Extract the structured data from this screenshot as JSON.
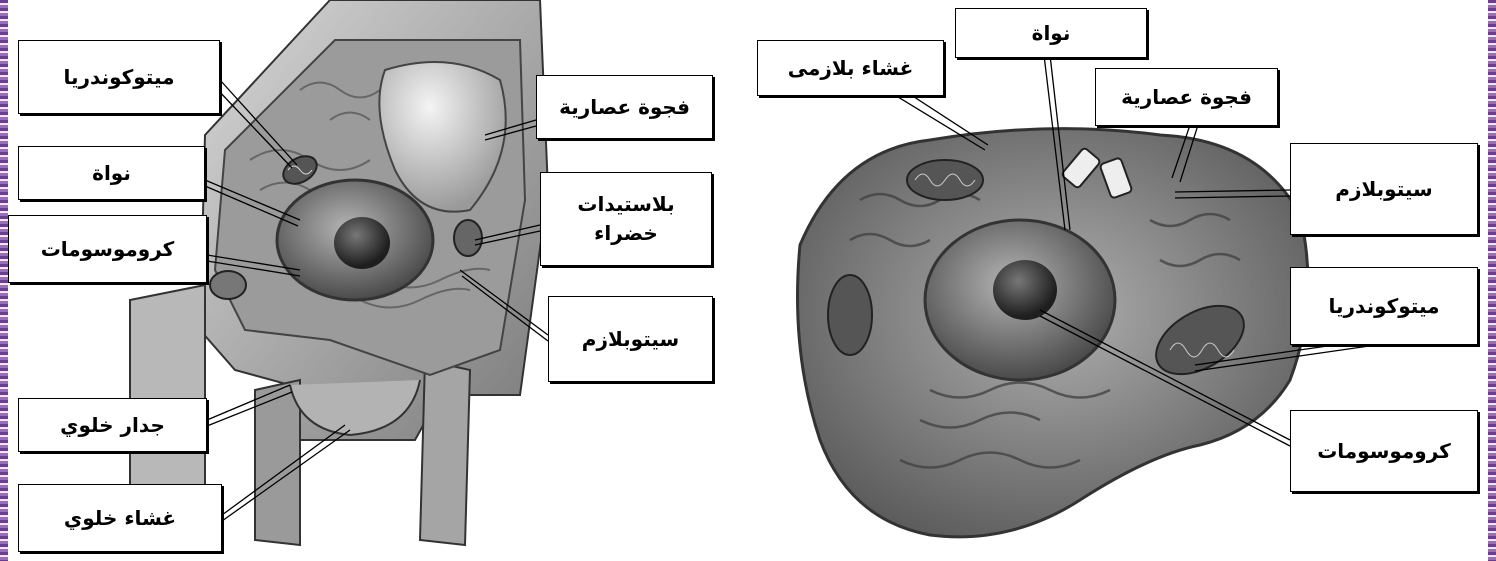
{
  "plant_cell": {
    "labels": {
      "mitochondria": "ميتوكوندريا",
      "nucleus": "نواة",
      "chromosomes": "كروموسومات",
      "cell_wall": "جدار خلوي",
      "cell_membrane": "غشاء خلوي",
      "vacuole": "فجوة عصارية",
      "chloroplasts_line1": "بلاستيدات",
      "chloroplasts_line2": "خضراء",
      "cytoplasm": "سيتوبلازم"
    }
  },
  "animal_cell": {
    "labels": {
      "nucleus": "نواة",
      "plasma_membrane": "غشاء بلازمى",
      "vacuole": "فجوة عصارية",
      "cytoplasm": "سيتوبلازم",
      "mitochondria": "ميتوكوندريا",
      "chromosomes": "كروموسومات"
    }
  },
  "colors": {
    "border": "#6b3d8f",
    "ink": "#000000",
    "cell_gray": "#8a8a8a"
  }
}
